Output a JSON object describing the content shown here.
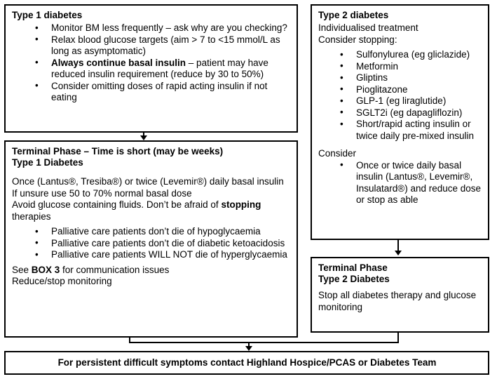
{
  "boxes": {
    "type1": {
      "title": "Type 1 diabetes",
      "bullets": [
        "Monitor BM less frequently – ask why are you checking?",
        "Relax blood glucose targets (aim > 7 to <15 mmol/L as long as asymptomatic)",
        "Always continue basal insulin – patient may have reduced insulin requirement (reduce by 30 to 50%)",
        "Consider omitting doses of rapid acting insulin if not eating"
      ],
      "bullets_html": [
        "Monitor BM less frequently – ask why are you checking?",
        "Relax blood glucose targets (aim > 7 to <15 mmol/L as long as asymptomatic)",
        "<b>Always continue basal insulin</b> – patient may have reduced insulin requirement (reduce by 30 to 50%)",
        "Consider omitting doses of rapid acting insulin if not eating"
      ]
    },
    "terminal_type1": {
      "title_line1": "Terminal Phase – Time is short (may be weeks)",
      "title_line2": "Type 1 Diabetes",
      "paragraphs": [
        "Once (Lantus®, Tresiba®) or twice (Levemir®) daily basal insulin",
        "If unsure use 50 to 70% normal basal dose",
        "Avoid glucose containing fluids. Don’t be afraid of stopping therapies"
      ],
      "paragraphs_html": [
        "Once (Lantus®, Tresiba®) or twice (Levemir®) daily basal insulin",
        "If unsure use 50 to 70% normal basal dose",
        "Avoid glucose containing fluids. Don’t be afraid of <b>stopping</b> therapies"
      ],
      "bullets": [
        "Palliative care patients don’t die of hypoglycaemia",
        "Palliative care patients don’t die of diabetic ketoacidosis",
        "Palliative care patients WILL NOT die of hyperglycaemia"
      ],
      "footer_lines": [
        "See BOX 3 for communication issues",
        "Reduce/stop monitoring"
      ],
      "footer_lines_html": [
        "See <b>BOX 3</b> for communication issues",
        "Reduce/stop monitoring"
      ]
    },
    "type2": {
      "title": "Type 2 diabetes",
      "intro_lines": [
        "Individualised treatment",
        "Consider stopping:"
      ],
      "stop_bullets": [
        "Sulfonylurea (eg gliclazide)",
        "Metformin",
        "Gliptins",
        "Pioglitazone",
        "GLP-1 (eg liraglutide)",
        "SGLT2i (eg dapagliflozin)",
        "Short/rapid acting insulin or twice daily pre-mixed insulin"
      ],
      "consider_label": "Consider",
      "consider_bullets": [
        "Once or twice daily basal insulin (Lantus®, Levemir®, Insulatard®) and reduce dose or stop as able"
      ]
    },
    "terminal_type2": {
      "title_line1": "Terminal Phase",
      "title_line2": "Type 2 Diabetes",
      "body": "Stop all diabetes therapy and glucose monitoring"
    },
    "footer": {
      "text": "For persistent difficult symptoms contact Highland Hospice/PCAS or Diabetes Team"
    }
  },
  "colors": {
    "border": "#000000",
    "text": "#000000",
    "background": "#ffffff"
  }
}
